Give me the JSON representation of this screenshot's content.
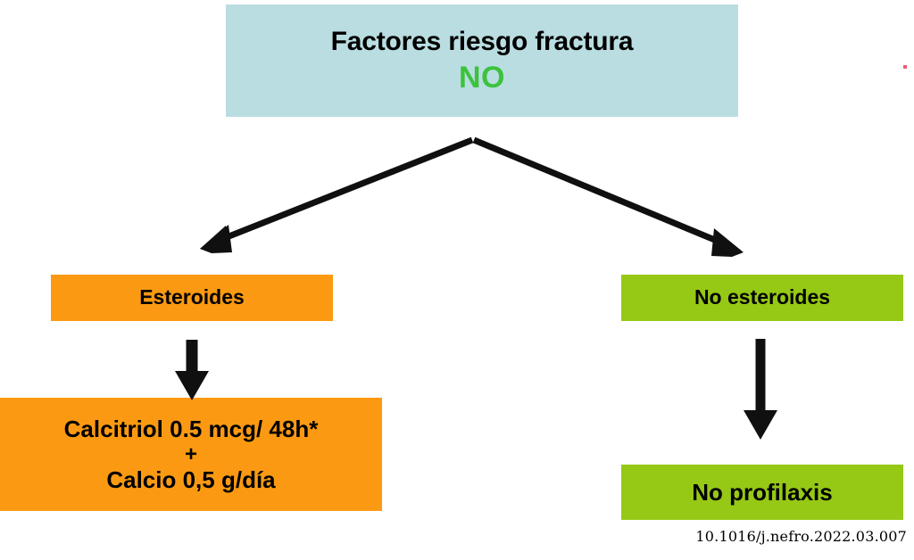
{
  "diagram": {
    "type": "flowchart",
    "title_node": {
      "name": "risk-factors-decision",
      "line1": "Factores riesgo fractura",
      "line2": "NO",
      "fill": "#b9dde1",
      "line2_color": "#3cc23c"
    },
    "branches": [
      {
        "name": "steroids",
        "label": "Esteroides",
        "fill": "#fb9a12",
        "outcome": {
          "name": "treatment-calcitriol-calcium",
          "line1": "Calcitriol 0.5 mcg/ 48h*",
          "line2": "+",
          "line3": "Calcio 0,5 g/día",
          "fill": "#fb9a12"
        }
      },
      {
        "name": "no-steroids",
        "label": "No esteroides",
        "fill": "#96c816",
        "outcome": {
          "name": "no-prophylaxis",
          "line1": "No profilaxis",
          "fill": "#96c816"
        }
      }
    ],
    "arrow_color": "#101010"
  },
  "caption": {
    "doi": "10.1016/j.nefro.2022.03.007"
  }
}
